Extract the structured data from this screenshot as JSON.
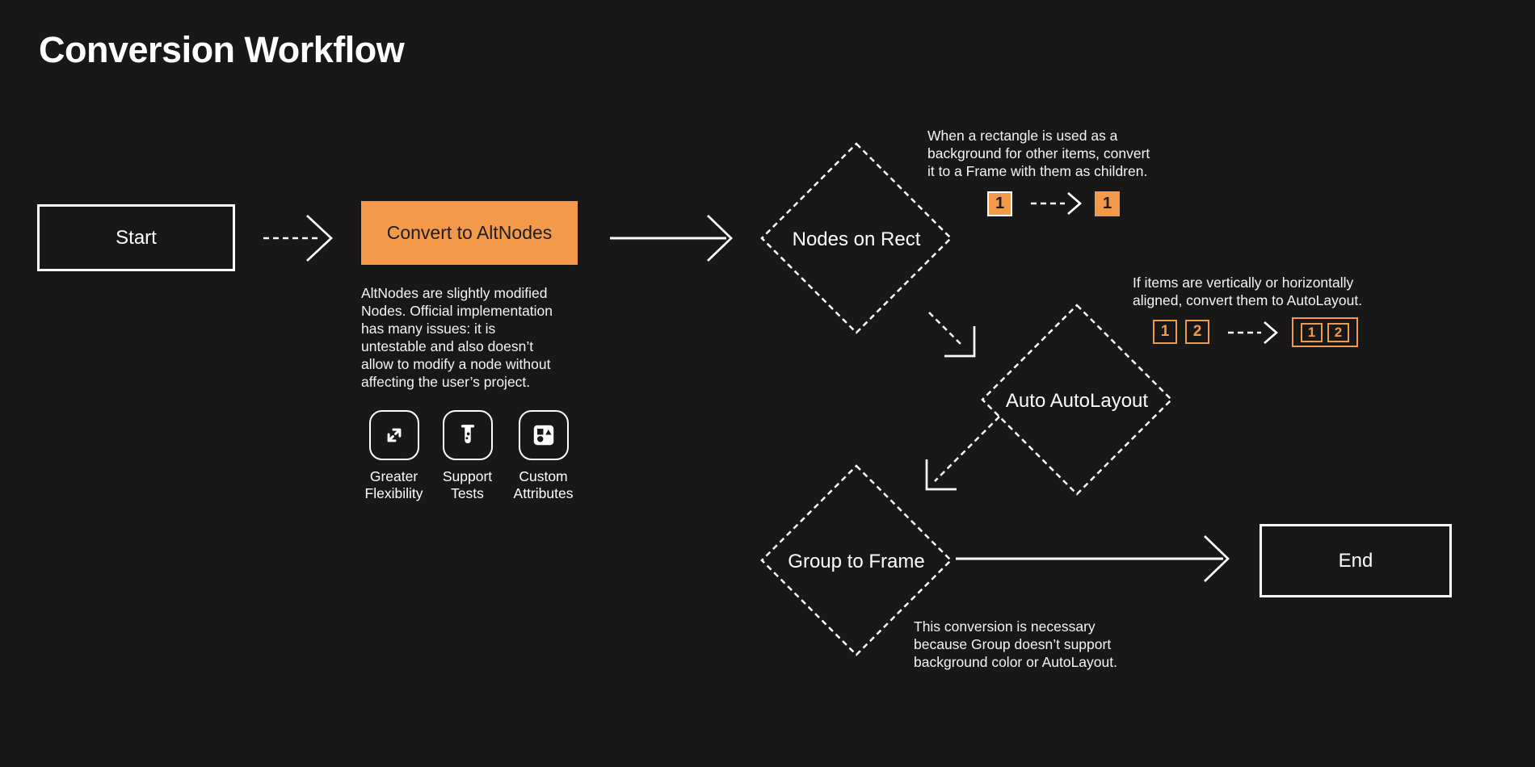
{
  "page": {
    "title": "Conversion Workflow",
    "colors": {
      "background": "#181818",
      "text": "#FFFFFF",
      "orange": "#F2994A",
      "dark_text": "#1D1D1D"
    }
  },
  "nodes": {
    "start": "Start",
    "convert_to_altnodes": "Convert to AltNodes",
    "nodes_on_rect": "Nodes on Rect",
    "auto_autolayout": "Auto AutoLayout",
    "group_to_frame": "Group to Frame",
    "end": "End"
  },
  "notes": {
    "altnodes": "AltNodes are slightly modified\nNodes. Official implementation\nhas many issues: it is\nuntestable and also doesn’t\nallow to modify a node without\naffecting the user’s project.",
    "rect_background": "When a rectangle is used as a\nbackground for other items, convert\nit to a Frame with them as children.",
    "autolayout": "If items are vertically or horizontally\naligned, convert them to AutoLayout.",
    "group_frame": "This conversion is necessary\nbecause Group doesn’t support\nbackground color or AutoLayout."
  },
  "features": [
    {
      "icon": "expand-arrows-icon",
      "label": "Greater\nFlexibility"
    },
    {
      "icon": "test-tube-icon",
      "label": "Support\nTests"
    },
    {
      "icon": "shapes-icon",
      "label": "Custom\nAttributes"
    }
  ],
  "badges": {
    "rect_before": "1",
    "rect_after": "1",
    "align_items": [
      "1",
      "2"
    ],
    "align_grouped": [
      "1",
      "2"
    ]
  }
}
